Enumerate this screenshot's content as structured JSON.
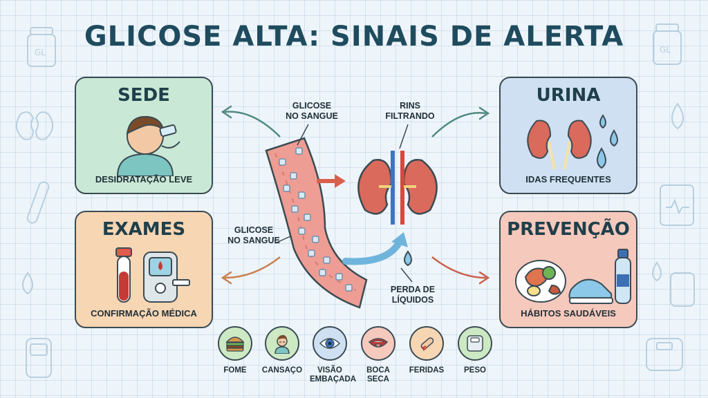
{
  "title": "GLICOSE ALTA: SINAIS DE ALERTA",
  "colors": {
    "title": "#1f4b5e",
    "sede_bg": "#c9e8d6",
    "urina_bg": "#cfe0f3",
    "exames_bg": "#f7d6b4",
    "prevencao_bg": "#f6c9bd",
    "vessel": "#ee9d94",
    "kidney": "#d96a5c"
  },
  "cards": {
    "sede": {
      "title": "SEDE",
      "caption": "DESIDRATAÇÃO LEVE",
      "icon": "person-drinking-icon"
    },
    "urina": {
      "title": "URINA",
      "caption": "IDAS FREQUENTES",
      "icon": "kidneys-drops-icon"
    },
    "exames": {
      "title": "EXAMES",
      "caption": "CONFIRMAÇÃO MÉDICA",
      "icon": "glucose-meter-icon"
    },
    "prevencao": {
      "title": "PREVENÇÃO",
      "caption": "HÁBITOS SAUDÁVEIS",
      "icon": "healthy-habits-icon"
    }
  },
  "center": {
    "label_glucose_top": [
      "GLICOSE",
      "NO SANGUE"
    ],
    "label_kidneys": [
      "RINS",
      "FILTRANDO"
    ],
    "label_glucose_left": [
      "GLICOSE",
      "NO SANGUE"
    ],
    "label_fluid_loss": [
      "PERDA DE",
      "LÍQUIDOS"
    ]
  },
  "symptoms": [
    {
      "label": "FOME",
      "icon": "burger-icon",
      "color": "#cde9c4"
    },
    {
      "label": "CANSAÇO",
      "icon": "tired-person-icon",
      "color": "#cde9c4"
    },
    {
      "label": "VISÃO EMBAÇADA",
      "icon": "eye-icon",
      "color": "#cfe0f3"
    },
    {
      "label": "BOCA SECA",
      "icon": "mouth-icon",
      "color": "#f6c9bd"
    },
    {
      "label": "FERIDAS",
      "icon": "wound-icon",
      "color": "#f7d6b4"
    },
    {
      "label": "PESO",
      "icon": "scale-icon",
      "color": "#cde9c4"
    }
  ]
}
